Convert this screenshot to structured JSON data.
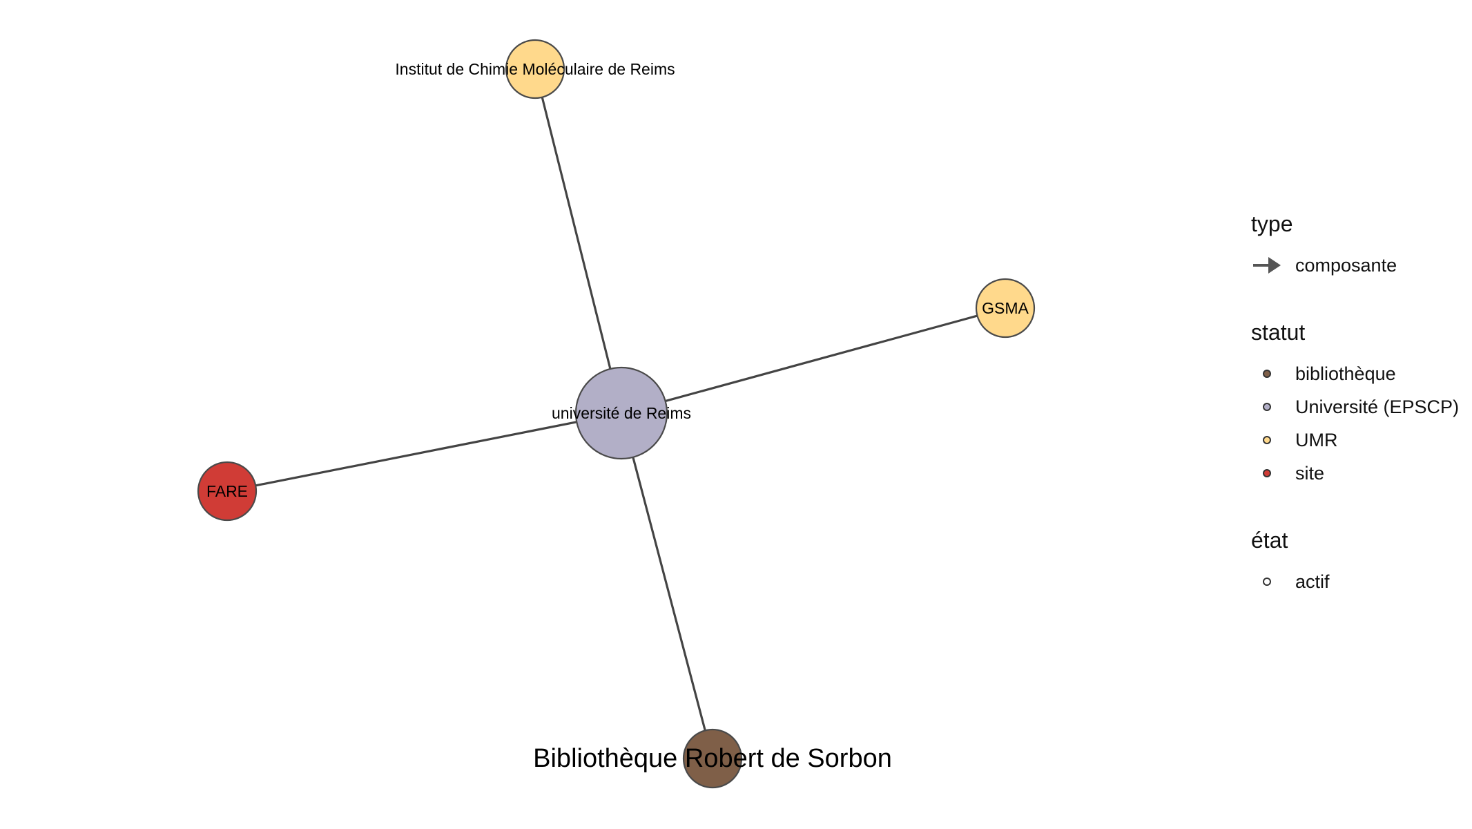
{
  "diagram": {
    "nodes": [
      {
        "id": "univ",
        "label": "université de Reims",
        "statut": "Université (EPSCP)",
        "color": "#b2afc7",
        "size": "large",
        "label_size": "small"
      },
      {
        "id": "icmr",
        "label": "Institut de Chimie Moléculaire de Reims",
        "statut": "UMR",
        "color": "#ffd98c",
        "size": "small",
        "label_size": "small"
      },
      {
        "id": "gsma",
        "label": "GSMA",
        "statut": "UMR",
        "color": "#ffd98c",
        "size": "small",
        "label_size": "small"
      },
      {
        "id": "fare",
        "label": "FARE",
        "statut": "site",
        "color": "#d03c36",
        "size": "small",
        "label_size": "small"
      },
      {
        "id": "brs",
        "label": "Bibliothèque Robert de Sorbon",
        "statut": "bibliothèque",
        "color": "#7f5f48",
        "size": "small",
        "label_size": "large"
      }
    ],
    "edges": [
      {
        "from": "univ",
        "to": "icmr",
        "type": "composante"
      },
      {
        "from": "univ",
        "to": "gsma",
        "type": "composante"
      },
      {
        "from": "univ",
        "to": "fare",
        "type": "composante"
      },
      {
        "from": "univ",
        "to": "brs",
        "type": "composante"
      }
    ]
  },
  "legend": {
    "type": {
      "title": "type",
      "items": [
        {
          "label": "composante"
        }
      ]
    },
    "statut": {
      "title": "statut",
      "items": [
        {
          "label": "bibliothèque",
          "color": "#7f5f48"
        },
        {
          "label": "Université (EPSCP)",
          "color": "#b2afc7"
        },
        {
          "label": "UMR",
          "color": "#ffd98c"
        },
        {
          "label": "site",
          "color": "#d03c36"
        }
      ]
    },
    "etat": {
      "title": "état",
      "items": [
        {
          "label": "actif",
          "color": "#ffffff"
        }
      ]
    }
  }
}
